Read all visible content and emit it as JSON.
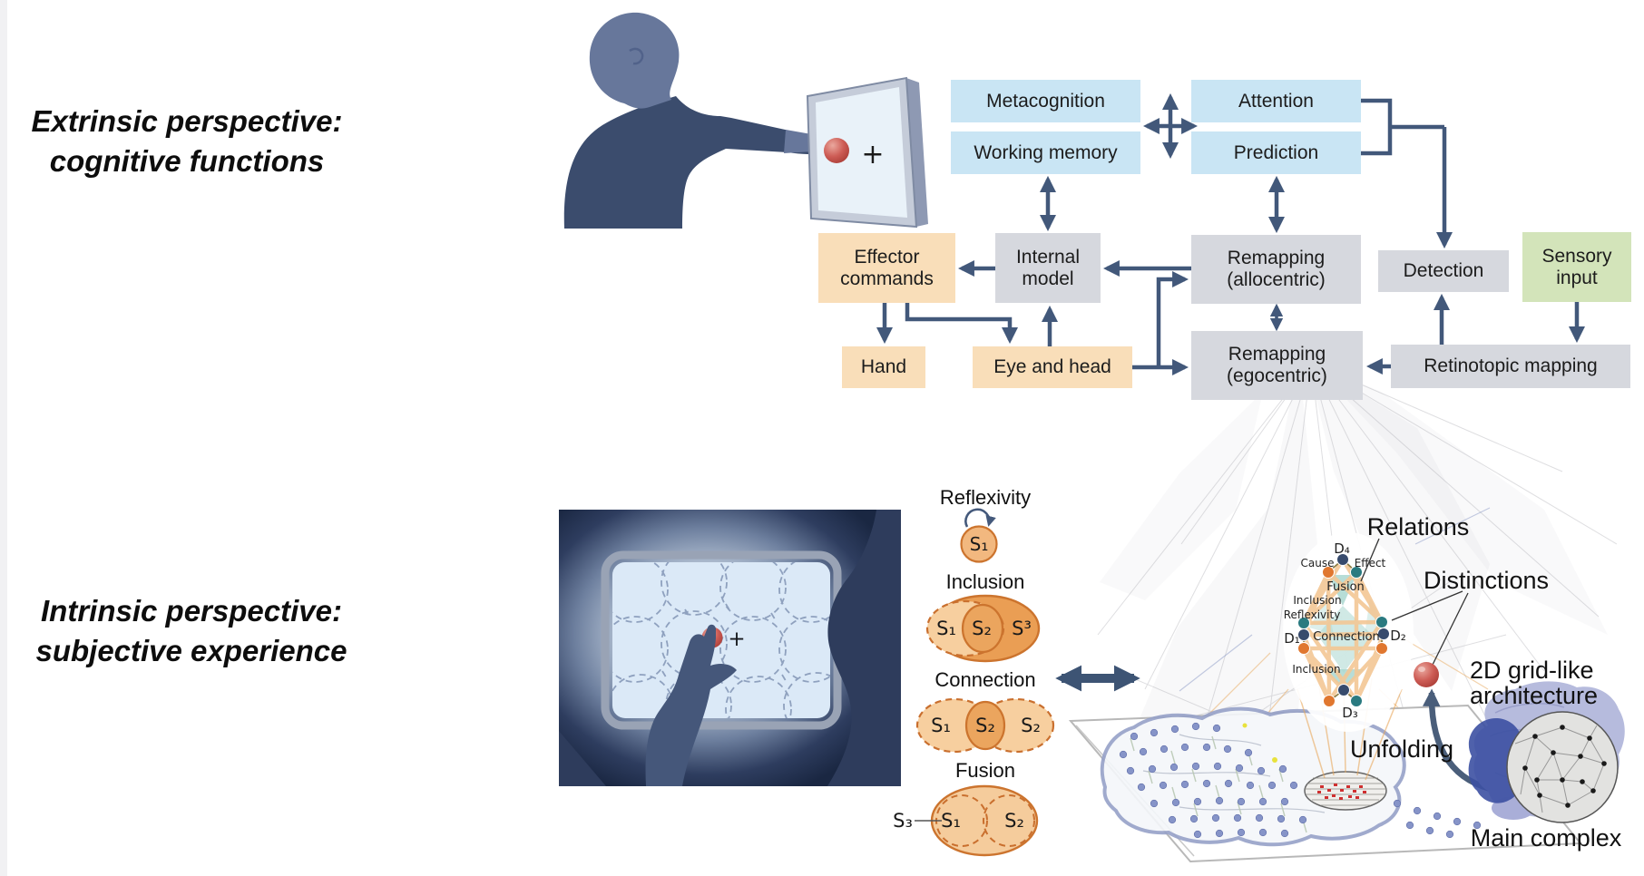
{
  "figure": {
    "type": "two-panel scientific figure",
    "top_panel_theme": "extrinsic / cognitive flowchart",
    "bottom_panel_theme": "intrinsic / subjective experience structures"
  },
  "headings": {
    "extrinsic_line1": "Extrinsic perspective:",
    "extrinsic_line2": "cognitive functions",
    "intrinsic_line1": "Intrinsic perspective:",
    "intrinsic_line2": "subjective experience"
  },
  "touchscreen": {
    "plus_sign": "+"
  },
  "dark_scene": {
    "plus_sign": "+"
  },
  "flowchart": {
    "nodes": [
      {
        "id": "metacognition",
        "label": "Metacognition",
        "color": "#c9e5f4"
      },
      {
        "id": "working-memory",
        "label": "Working memory",
        "color": "#c9e5f4"
      },
      {
        "id": "attention",
        "label": "Attention",
        "color": "#c9e5f4"
      },
      {
        "id": "prediction",
        "label": "Prediction",
        "color": "#c9e5f4"
      },
      {
        "id": "effector-commands",
        "label": "Effector\ncommands",
        "color": "#f9deb9"
      },
      {
        "id": "internal-model",
        "label": "Internal\nmodel",
        "color": "#d6d8de"
      },
      {
        "id": "remapping-allocentric",
        "label": "Remapping\n(allocentric)",
        "color": "#d6d8de"
      },
      {
        "id": "detection",
        "label": "Detection",
        "color": "#d6d8de"
      },
      {
        "id": "sensory-input",
        "label": "Sensory\ninput",
        "color": "#d3e4ba"
      },
      {
        "id": "hand",
        "label": "Hand",
        "color": "#f9deb9"
      },
      {
        "id": "eye-and-head",
        "label": "Eye and head",
        "color": "#f9deb9"
      },
      {
        "id": "remapping-egocentric",
        "label": "Remapping\n(egocentric)",
        "color": "#d6d8de"
      },
      {
        "id": "retinotopic-mapping",
        "label": "Retinotopic mapping",
        "color": "#d6d8de"
      }
    ],
    "arrow_color": "#42587a"
  },
  "s_column": {
    "reflexivity": {
      "title": "Reflexivity",
      "s1": "S₁"
    },
    "inclusion": {
      "title": "Inclusion",
      "s1": "S₁",
      "s2": "S₂",
      "s3": "S³"
    },
    "connection": {
      "title": "Connection",
      "s1": "S₁",
      "s2_mid": "S₂",
      "s2_right": "S₂"
    },
    "fusion": {
      "title": "Fusion",
      "s3": "S₃",
      "s1": "S₁",
      "s2": "S₂"
    }
  },
  "network": {
    "labels": {
      "relations": "Relations",
      "distinctions": "Distinctions",
      "grid_line1": "2D grid-like",
      "grid_line2": "architecture",
      "unfolding": "Unfolding",
      "main_complex": "Main complex"
    },
    "oval": {
      "d4": "D₄",
      "cause": "Cause",
      "effect": "Effect",
      "fusion": "Fusion",
      "inclusion_top": "Inclusion",
      "reflexivity": "Reflexivity",
      "d1": "D₁",
      "connection": "Connection",
      "d2": "D₂",
      "inclusion_bottom": "Inclusion",
      "d3": "D₃"
    },
    "node_colors": {
      "distinction": "#374b6d",
      "cause": "#e0772f",
      "effect": "#2a7a80"
    },
    "edge_color": "#f3c795",
    "triangle_color": "#aad7d0"
  },
  "palette": {
    "box_blue": "#c9e5f4",
    "box_gray": "#d6d8de",
    "box_peach": "#f9deb9",
    "box_green": "#d3e4ba",
    "arrow_slate": "#42587a",
    "silhouette_dark": "#3b4c6d",
    "silhouette_light": "#67779b",
    "orange_fill_light": "#f7cf9f",
    "orange_fill_dark": "#ea9e54",
    "orange_border": "#cc742e",
    "red_target": "#c4544c",
    "brain_lavender": "#b6bbdd",
    "brain_complex_blue": "#3c50a2"
  }
}
